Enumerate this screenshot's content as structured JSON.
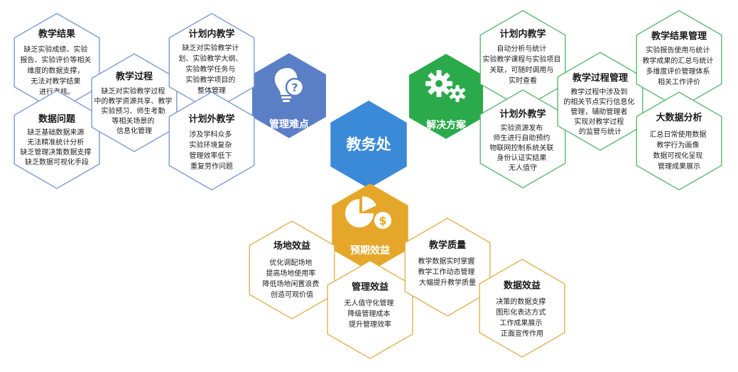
{
  "colors": {
    "blue": "#5B7FC7",
    "green": "#2AAA4A",
    "orange": "#E5A72A",
    "center": "#3B8AD8",
    "outline_blue": "#7B9AD6",
    "outline_green": "#5BB870",
    "outline_orange": "#E2B050"
  },
  "center": {
    "title": "教务处"
  },
  "categories": {
    "difficulty": {
      "title": "管理难点",
      "icon": "lightbulb-question-icon"
    },
    "solution": {
      "title": "解决方案",
      "icon": "gears-icon"
    },
    "benefit": {
      "title": "预期效益",
      "icon": "pie-chart-dollar-icon"
    }
  },
  "difficulty_items": {
    "teaching_results": {
      "title": "教学结果",
      "lines": [
        "缺乏实验成绩、实验",
        "报告、实验评价等相关",
        "维度的数据支撑，",
        "无法对教学结果",
        "进行考核。"
      ]
    },
    "data_problem": {
      "title": "数据问题",
      "lines": [
        "缺乏基础数据来源",
        "无法精准统计分析",
        "缺乏管理决策数据支撑",
        "缺乏数据可视化手段"
      ]
    },
    "teaching_process": {
      "title": "教学过程",
      "lines": [
        "缺乏对实验教学过程",
        "中的教学资源共享、教学",
        "实验预习、师生考勤",
        "等相关场景的",
        "信息化管理"
      ]
    },
    "in_plan": {
      "title": "计划内教学",
      "lines": [
        "缺乏对实验教学计",
        "划、实验教学大纲、",
        "实验教学任务与",
        "实验教学项目的",
        "整体管理"
      ]
    },
    "out_plan": {
      "title": "计划外教学",
      "lines": [
        "涉及学科众多",
        "实验环境复杂",
        "管理效率低下",
        "重复劳作问题"
      ]
    }
  },
  "solution_items": {
    "in_plan": {
      "title": "计划内教学",
      "lines": [
        "自动分析与统计",
        "实验教学课程与实验项目",
        "关联，可随时调用与",
        "实时查看"
      ]
    },
    "out_plan": {
      "title": "计划外教学",
      "lines": [
        "实验资源发布",
        "师生进行自助预约",
        "物联网控制系统关联",
        "身份认证实结果",
        "无人值守"
      ]
    },
    "process_mgmt": {
      "title": "教学过程管理",
      "lines": [
        "教学过程中涉及到",
        "的相关节点实行信息化",
        "管理，辅助管理者",
        "实现对教学过程",
        "的监管与统计"
      ]
    },
    "result_mgmt": {
      "title": "教学结果管理",
      "lines": [
        "实验报告使用与统计",
        "教学成果的汇总与统计",
        "多维度评价管理体系",
        "相关工作评价"
      ]
    },
    "big_data": {
      "title": "大数据分析",
      "lines": [
        "汇总日常使用数据",
        "教学行为画像",
        "数据可视化呈现",
        "管理成果展示"
      ]
    }
  },
  "benefit_items": {
    "venue": {
      "title": "场地效益",
      "lines": [
        "优化调配场地",
        "提高场地使用率",
        "降低场地闲置浪费",
        "创造可观价值"
      ]
    },
    "management": {
      "title": "管理效益",
      "lines": [
        "无人值守化管理",
        "降级管理成本",
        "提升管理效率"
      ]
    },
    "quality": {
      "title": "教学质量",
      "lines": [
        "教学数据实时掌握",
        "教学工作动态管理",
        "大幅提升教学质量"
      ]
    },
    "data": {
      "title": "数据效益",
      "lines": [
        "决策的数据支撑",
        "图形化表达方式",
        "工作成果展示",
        "正面宣传作用"
      ]
    }
  }
}
